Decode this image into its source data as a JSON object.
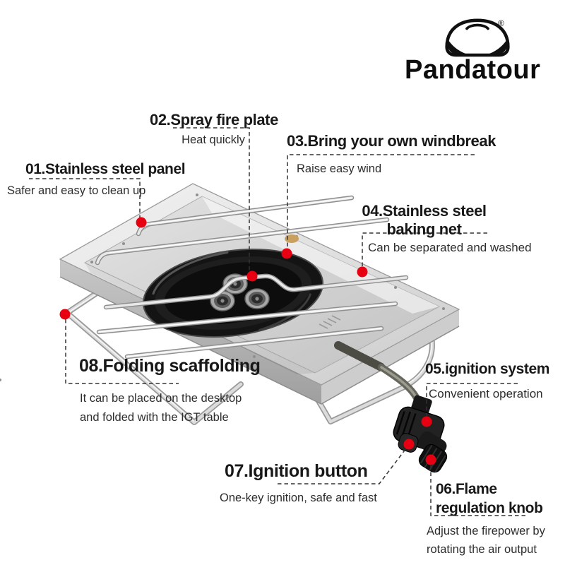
{
  "brand": {
    "name": "Pandatour",
    "registered_mark": "®",
    "logo_icon": "panda-logo"
  },
  "colors": {
    "background": "#ffffff",
    "accent_red": "#e60012",
    "title_text": "#181818",
    "body_text": "#2d2d2d",
    "steel_light": "#ececec",
    "steel_mid": "#cfcfcf",
    "burner_black": "#141414",
    "connector_line": "#333333"
  },
  "callouts": [
    {
      "number": "01",
      "title": "01.Stainless steel panel",
      "description": "Safer and easy to clean up"
    },
    {
      "number": "02",
      "title": "02.Spray fire plate",
      "description": "Heat quickly"
    },
    {
      "number": "03",
      "title": "03.Bring your own windbreak",
      "description": "Raise easy wind"
    },
    {
      "number": "04",
      "title": "04.Stainless steel\nbaking net",
      "description": "Can be separated and washed"
    },
    {
      "number": "05",
      "title": "05.ignition system",
      "description": "Convenient operation"
    },
    {
      "number": "06",
      "title": "06.Flame\nregulation knob",
      "description": "Adjust the firepower by\nrotating the air output"
    },
    {
      "number": "07",
      "title": "07.Ignition button",
      "description": "One-key ignition, safe and fast"
    },
    {
      "number": "08",
      "title": "08.Folding scaffolding",
      "description": "It can be placed on the desktop\nand folded with the IGT table"
    }
  ]
}
